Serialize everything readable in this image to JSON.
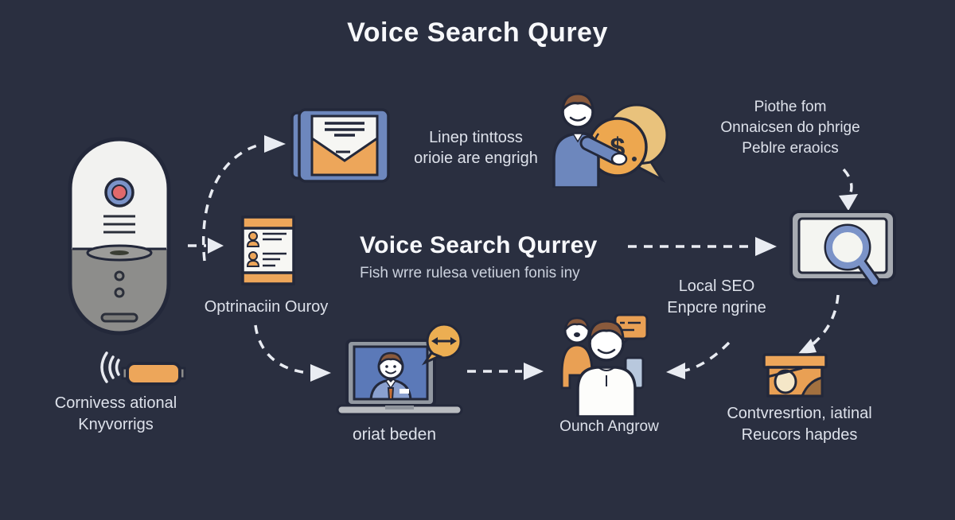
{
  "title": "Voice Search Qurey",
  "center": {
    "heading": "Voice Search Qurrey",
    "subheading": "Fish wrre rulesa vetiuen fonis iny"
  },
  "labels": {
    "email_note": [
      "Linep tinttoss",
      "orioie are engrigh"
    ],
    "top_right_note": [
      "Piothe fom",
      "Onnaicsen do phrige",
      "Peblre eraoics"
    ],
    "document_label": "Optrinaciin Ouroy",
    "local_seo": [
      "Local SEO",
      "Enpcre ngrine"
    ],
    "laptop_label": "oriat beden",
    "people_label": "Ounch Angrow",
    "box_label": [
      "Contvresrtion, iatinal",
      "Reucors hapdes"
    ],
    "speaker_label": [
      "Cornivess ational",
      "Knyvorrigs"
    ]
  },
  "icons": [
    "smart-speaker-icon",
    "envelope-icon",
    "person-coins-icon",
    "contact-document-icon",
    "laptop-person-icon",
    "people-chat-icon",
    "search-screen-icon",
    "box-icon",
    "microphone-pill-icon",
    "sound-waves-icon",
    "dashed-arrow-icon"
  ],
  "colors": {
    "background": "#2a2f40",
    "outline": "#23283a",
    "accent_orange": "#eda65a",
    "accent_blue": "#6d87bd",
    "light_blue": "#7b93c8",
    "coin_tan": "#e9c27c",
    "hair_brown": "#8a5a3c",
    "device_gray": "#8d8d8b",
    "text_light": "#dde1ea",
    "text_white": "#f7f8fb"
  }
}
